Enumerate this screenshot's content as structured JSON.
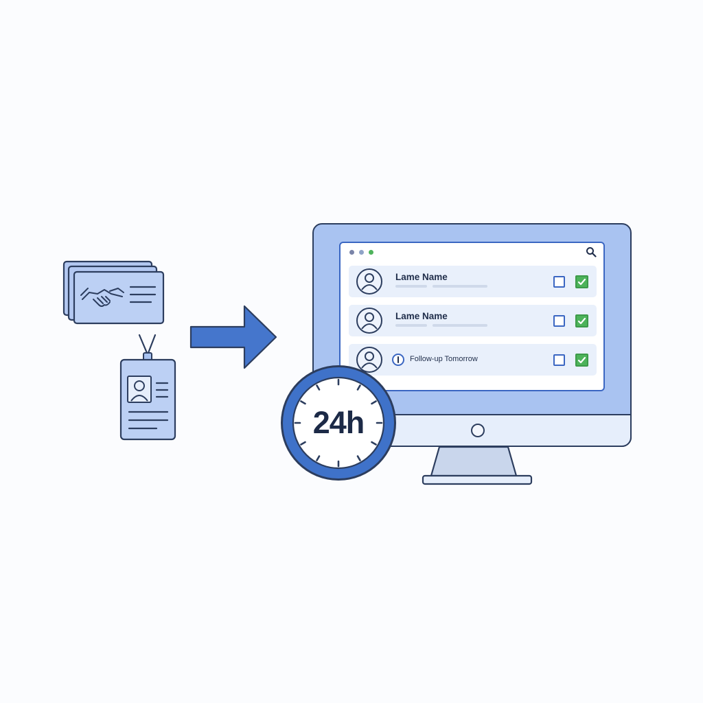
{
  "contacts": [
    {
      "name": "Lame Name",
      "followup": ""
    },
    {
      "name": "Lame Name",
      "followup": ""
    },
    {
      "name": "",
      "followup": "Follow-up Tomorrow"
    }
  ],
  "clock": {
    "label": "24h"
  },
  "icons": {
    "business_cards": "handshake-card-icon",
    "badge": "id-badge-icon",
    "arrow": "arrow-right-icon",
    "search": "search-icon",
    "avatar": "user-avatar-icon",
    "info": "info-icon",
    "checkbox_empty": "checkbox-empty-icon",
    "checkbox_checked": "checkbox-checked-icon",
    "clock": "clock-icon"
  },
  "colors": {
    "accent": "#3a66c2",
    "light_blue": "#a9c3f1",
    "card_fill": "#bcd0f4",
    "outline": "#2c3d5e",
    "check_green": "#4db35a"
  }
}
